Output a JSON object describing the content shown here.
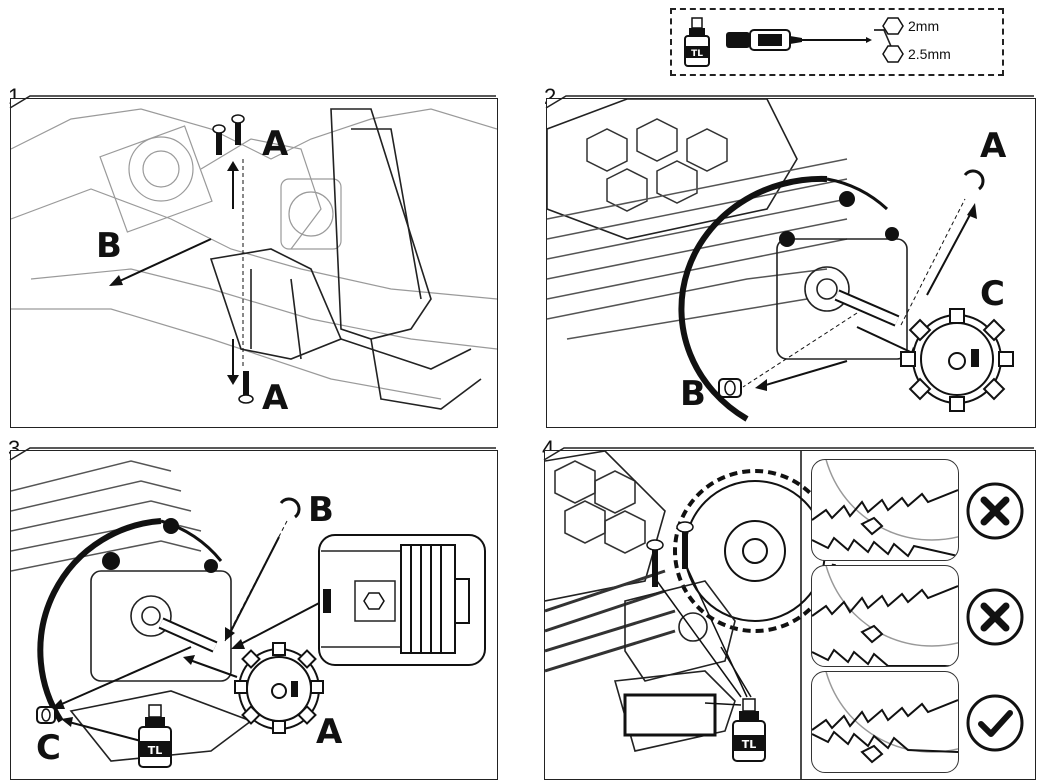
{
  "tools": {
    "threadlock_icon": "threadlock-bottle-icon",
    "threadlock_label": "TL",
    "driver_icon": "hex-driver-icon",
    "sizes": [
      "2mm",
      "2.5mm"
    ]
  },
  "steps": [
    {
      "number": "1",
      "callouts": [
        "A",
        "B",
        "A"
      ]
    },
    {
      "number": "2",
      "callouts": [
        "A",
        "C",
        "B"
      ]
    },
    {
      "number": "3",
      "callouts": [
        "B",
        "C",
        "A"
      ],
      "threadlock_label": "TL"
    },
    {
      "number": "4",
      "threadlock_label": "TL",
      "mesh_checks": [
        "incorrect-x-icon",
        "incorrect-x-icon",
        "correct-check-icon"
      ]
    }
  ]
}
